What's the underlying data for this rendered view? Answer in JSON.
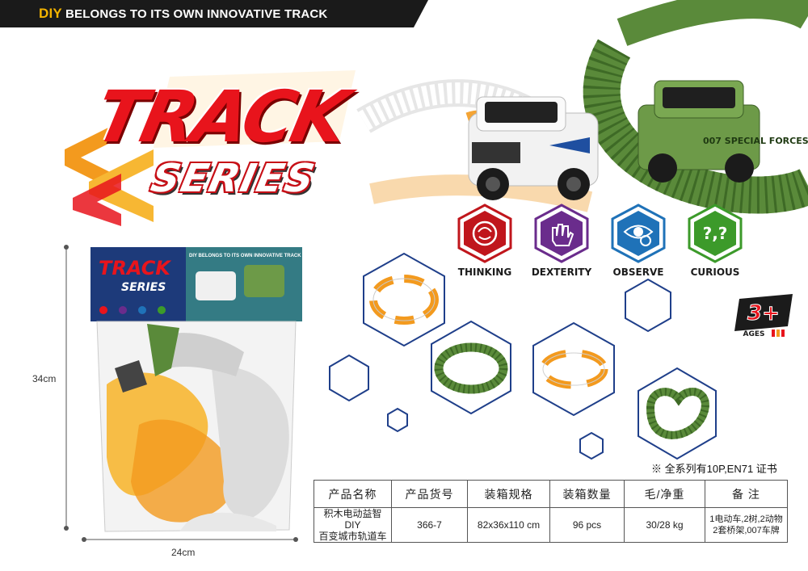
{
  "banner": {
    "accent": "DIY",
    "text": "BELONGS TO ITS OWN INNOVATIVE TRACK"
  },
  "logo": {
    "line1": "TRACK",
    "line2": "SERIES"
  },
  "skills": [
    {
      "label": "THINKING",
      "color": "#c0161c",
      "icon": "brain-icon"
    },
    {
      "label": "DEXTERITY",
      "color": "#6a2c8c",
      "icon": "hand-icon"
    },
    {
      "label": "OBSERVE",
      "color": "#1f72b8",
      "icon": "eye-icon"
    },
    {
      "label": "CURIOUS",
      "color": "#3c9a2a",
      "icon": "question-icon"
    }
  ],
  "age": {
    "value": "3+",
    "caption": "AGES"
  },
  "dimensions": {
    "height": "34cm",
    "width": "24cm"
  },
  "package_banner": {
    "logo1": "TRACK",
    "logo2": "SERIES",
    "tagline": "DIY BELONGS TO ITS OWN INNOVATIVE TRACK"
  },
  "vehicle_text": {
    "green_car": "007 SPECIAL FORCES"
  },
  "note": "※ 全系列有10P,EN71 证书",
  "table": {
    "headers": [
      "产品名称",
      "产品货号",
      "装箱规格",
      "装箱数量",
      "毛/净重",
      "备 注"
    ],
    "row": {
      "name_line1": "积木电动益智DIY",
      "name_line2": "百变城市轨道车",
      "code": "366-7",
      "box_size": "82x36x110 cm",
      "quantity": "96 pcs",
      "weight": "30/28 kg",
      "remark_line1": "1电动车,2树,2动物",
      "remark_line2": "2套桥架,007车牌"
    }
  },
  "colors": {
    "banner_bg": "#1a1a1a",
    "accent_yellow": "#f4b400",
    "logo_red": "#e8141c",
    "track_green": "#5a8a3a",
    "track_orange": "#f39a1e"
  }
}
